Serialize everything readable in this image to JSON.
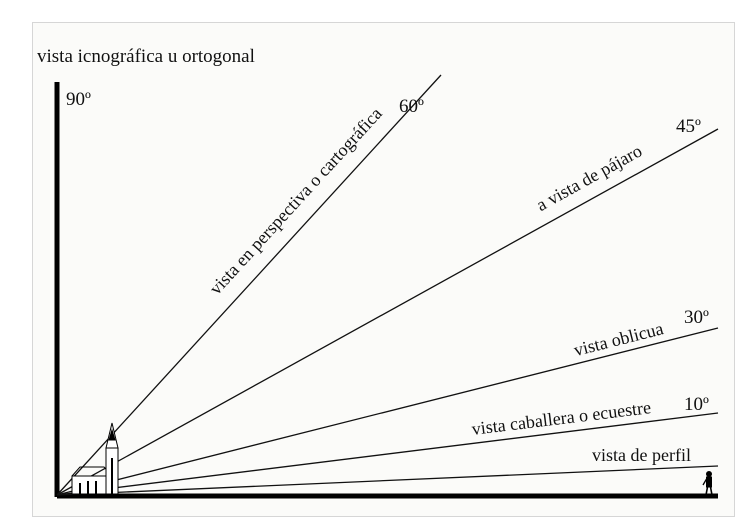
{
  "diagram": {
    "title": "vista icnográfica u ortogonal",
    "axis_label_90": "90º",
    "rays": [
      {
        "id": "60",
        "label": "vista en perspectiva o cartográfica",
        "angle_label": "60º"
      },
      {
        "id": "45",
        "label": "a vista de pájaro",
        "angle_label": "45º"
      },
      {
        "id": "30",
        "label": "vista oblicua",
        "angle_label": "30º"
      },
      {
        "id": "10",
        "label": "vista caballera o ecuestre",
        "angle_label": "10º"
      },
      {
        "id": "0",
        "label": "vista de perfil",
        "angle_label": ""
      }
    ]
  }
}
